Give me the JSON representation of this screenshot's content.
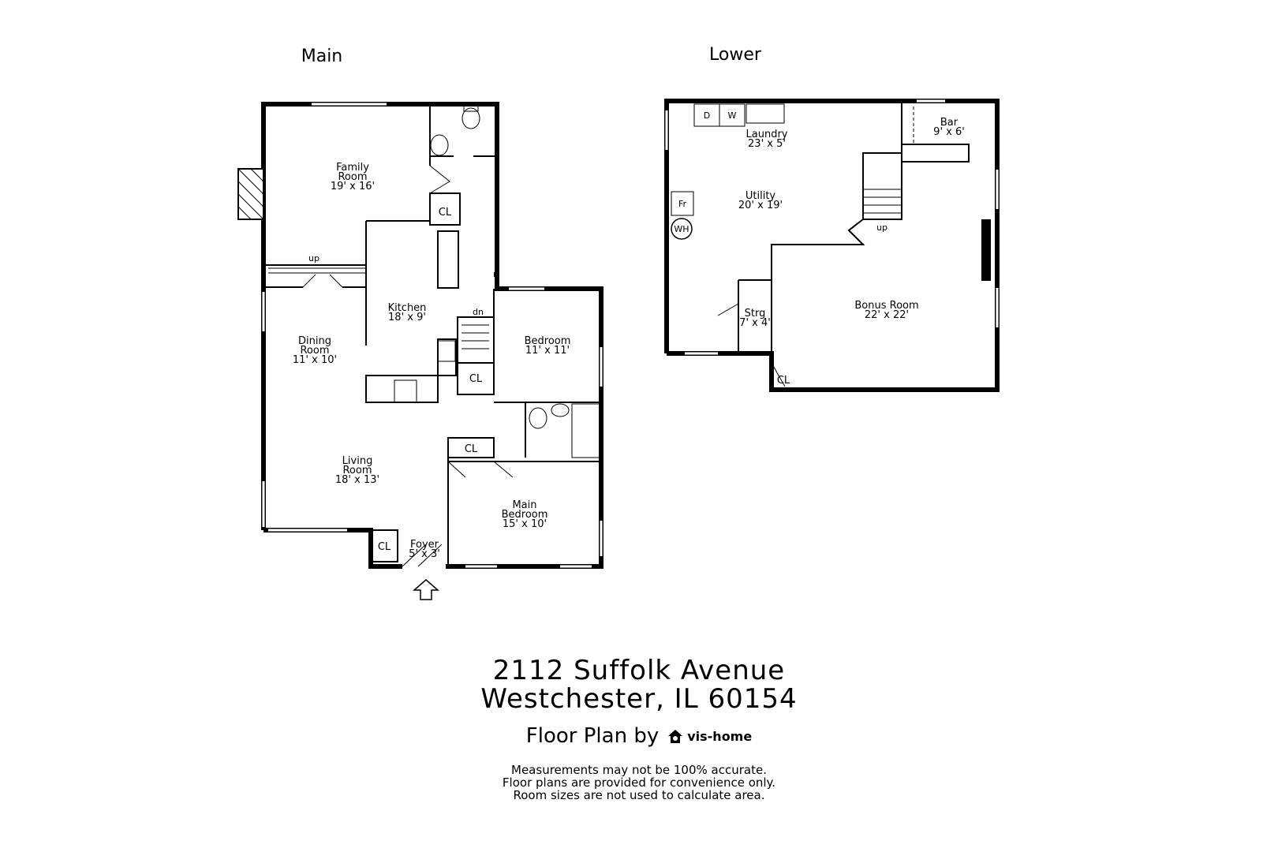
{
  "floors": {
    "main": {
      "title": "Main",
      "rooms": {
        "family_room": {
          "name_line1": "Family",
          "name_line2": "Room",
          "size": "19' x 16'"
        },
        "kitchen": {
          "name": "Kitchen",
          "size": "18' x 9'"
        },
        "dining_room": {
          "name_line1": "Dining",
          "name_line2": "Room",
          "size": "11' x 10'"
        },
        "bedroom": {
          "name": "Bedroom",
          "size": "11' x 11'"
        },
        "living_room": {
          "name_line1": "Living",
          "name_line2": "Room",
          "size": "18' x 13'"
        },
        "main_bedroom": {
          "name_line1": "Main",
          "name_line2": "Bedroom",
          "size": "15' x 10'"
        },
        "foyer": {
          "name": "Foyer",
          "size": "5' x 3'"
        }
      },
      "closet_label": "CL",
      "stairs_up": "up",
      "stairs_down": "dn"
    },
    "lower": {
      "title": "Lower",
      "rooms": {
        "laundry": {
          "name": "Laundry",
          "size": "23' x 5'"
        },
        "utility": {
          "name": "Utility",
          "size": "20' x 19'"
        },
        "bar": {
          "name": "Bar",
          "size": "9' x 6'"
        },
        "bonus_room": {
          "name": "Bonus Room",
          "size": "22' x 22'"
        },
        "storage": {
          "name": "Strg",
          "size": "7' x 4'"
        }
      },
      "fixtures": {
        "dryer": "D",
        "washer": "W",
        "fridge": "Fr",
        "water_heater": "WH"
      },
      "closet_label": "CL",
      "stairs_up": "up"
    }
  },
  "address": {
    "line1": "2112 Suffolk Avenue",
    "line2": "Westchester, IL 60154"
  },
  "credit": {
    "prefix": "Floor Plan by",
    "brand": "vis-home"
  },
  "disclaimer": [
    "Measurements may not be 100% accurate.",
    "Floor plans are provided for convenience only.",
    "Room sizes are not used to calculate area."
  ]
}
